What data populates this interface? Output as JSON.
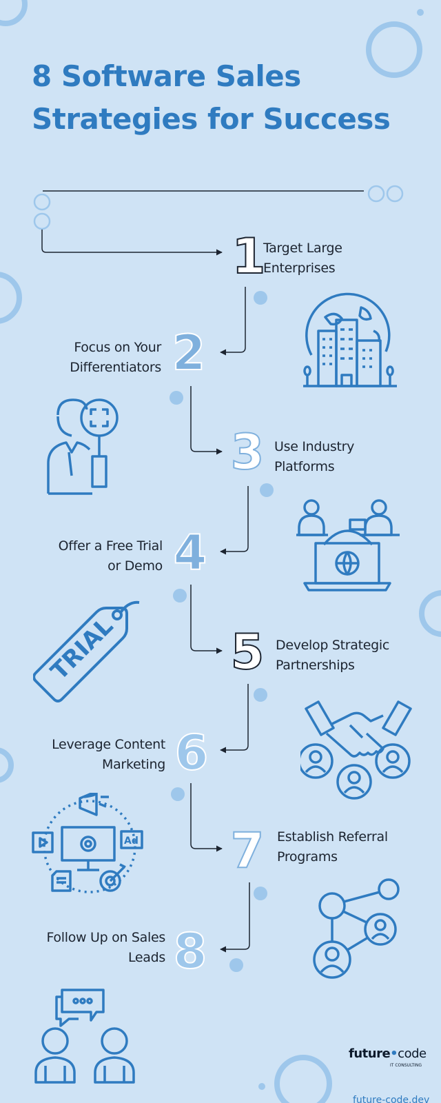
{
  "title": {
    "line1": "8 Software Sales",
    "line2": "Strategies for Success"
  },
  "steps": [
    {
      "number": "1",
      "line1": "Target Large",
      "line2": "Enterprises",
      "icon": "globe-city-icon"
    },
    {
      "number": "2",
      "line1": "Focus on Your",
      "line2": "Differentiators",
      "icon": "magnifier-person-icon"
    },
    {
      "number": "3",
      "line1": "Use Industry",
      "line2": "Platforms",
      "icon": "laptop-globe-icon"
    },
    {
      "number": "4",
      "line1": "Offer a Free Trial",
      "line2": "or Demo",
      "icon": "trial-tag-icon"
    },
    {
      "number": "5",
      "line1": "Develop Strategic",
      "line2": "Partnerships",
      "icon": "handshake-people-icon"
    },
    {
      "number": "6",
      "line1": "Leverage Content",
      "line2": "Marketing",
      "icon": "content-marketing-icon"
    },
    {
      "number": "7",
      "line1": "Establish Referral",
      "line2": "Programs",
      "icon": "share-network-icon"
    },
    {
      "number": "8",
      "line1": "Follow Up on Sales",
      "line2": "Leads",
      "icon": "chat-people-icon"
    }
  ],
  "trial_tag_text": "TRIAL",
  "brand": {
    "name_part1": "future",
    "name_part2": "code",
    "subtitle": "IT CONSULTING",
    "website": "future-code.dev"
  },
  "colors": {
    "background": "#cfe3f5",
    "accent": "#2f7bc0",
    "light_accent": "#9ec7eb",
    "dark_text": "#1c2430"
  }
}
